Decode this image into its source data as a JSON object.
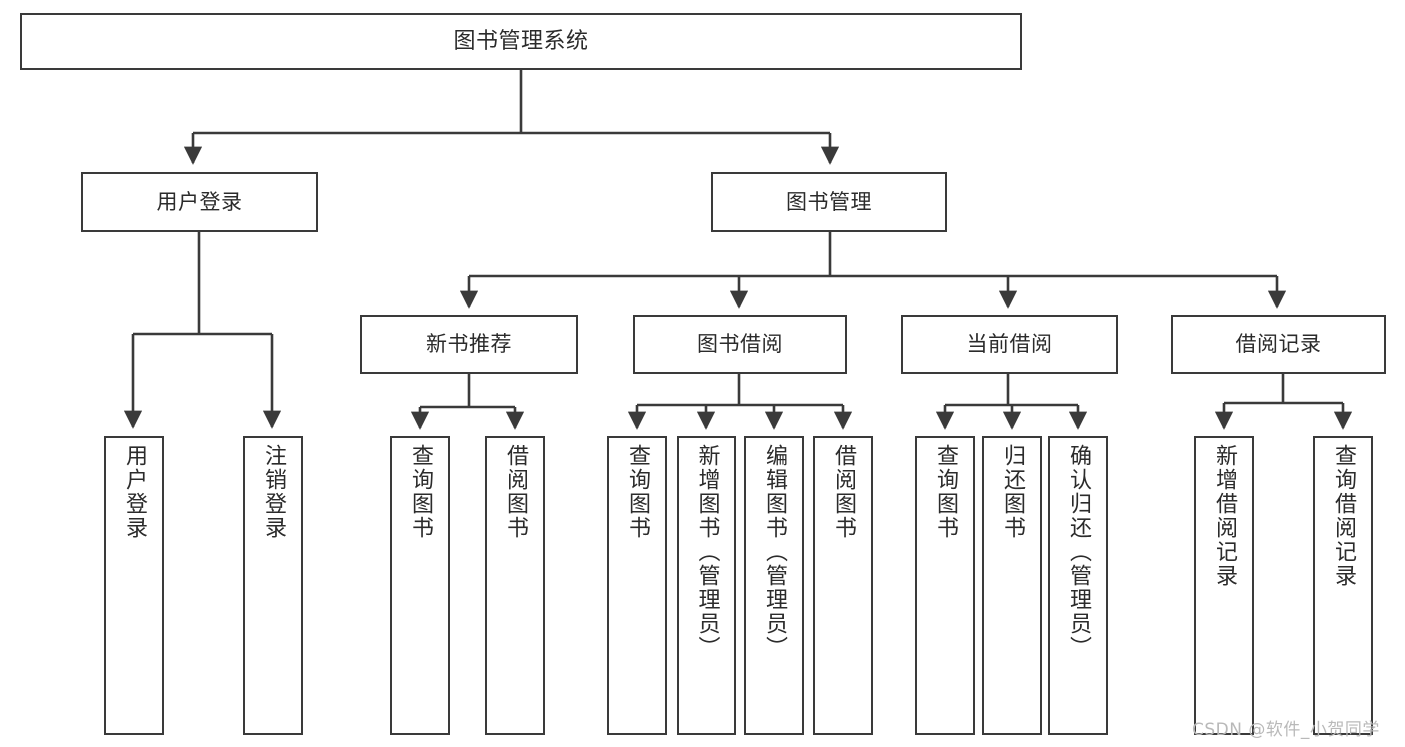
{
  "diagram": {
    "title": "图书管理系统",
    "type": "functional-structure-tree",
    "colors": {
      "box_border": "#3a3a3a",
      "box_fill": "#ffffff",
      "edge": "#3a3a3a",
      "text": "#2b2b2b",
      "watermark": "#b9b9b9",
      "background": "#ffffff"
    },
    "watermark": "CSDN @软件_小贺同学"
  },
  "nodes": {
    "root": {
      "label": "图书管理系统"
    },
    "level2": [
      {
        "label": "用户登录"
      },
      {
        "label": "图书管理"
      }
    ],
    "level3": [
      {
        "label": "新书推荐"
      },
      {
        "label": "图书借阅"
      },
      {
        "label": "当前借阅"
      },
      {
        "label": "借阅记录"
      }
    ],
    "leaves": {
      "user_login": [
        {
          "label": "用户登录"
        },
        {
          "label": "注销登录"
        }
      ],
      "new_book_recommend": [
        {
          "label": "查询图书"
        },
        {
          "label": "借阅图书"
        }
      ],
      "book_borrow": [
        {
          "label": "查询图书"
        },
        {
          "label": "新增图书（管理员）"
        },
        {
          "label": "编辑图书（管理员）"
        },
        {
          "label": "借阅图书"
        }
      ],
      "current_borrow": [
        {
          "label": "查询图书"
        },
        {
          "label": "归还图书"
        },
        {
          "label": "确认归还（管理员）"
        }
      ],
      "borrow_record": [
        {
          "label": "新增借阅记录"
        },
        {
          "label": "查询借阅记录"
        }
      ]
    }
  }
}
